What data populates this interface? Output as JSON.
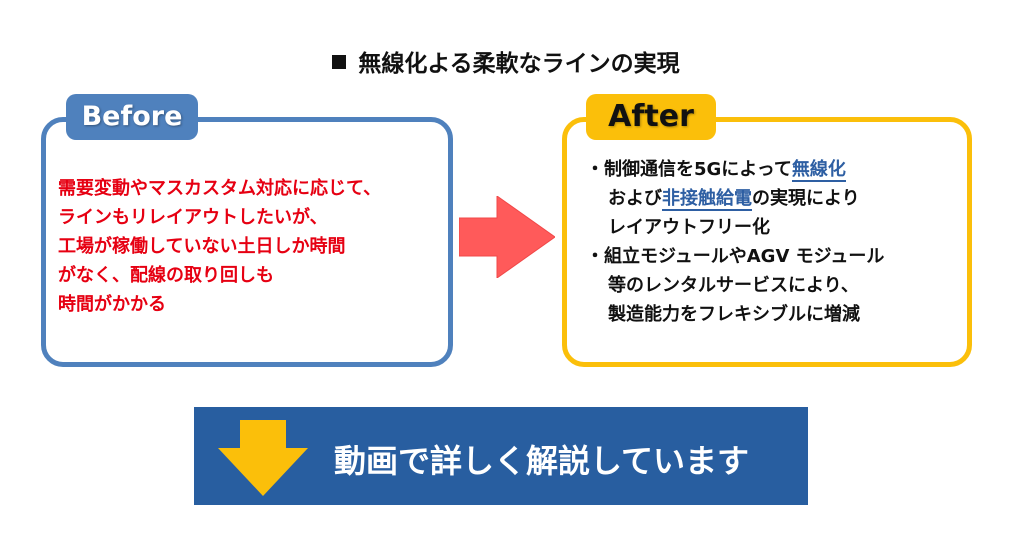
{
  "title": "無線化よる柔軟なラインの実現",
  "before": {
    "label": "Before",
    "lines": [
      "需要変動やマスカスタム対応に応じて、",
      "ラインもリレイアウトしたいが、",
      "工場が稼働していない土日しか時間",
      "がなく、配線の取り回しも",
      "時間がかかる"
    ]
  },
  "after": {
    "label": "After",
    "item1": {
      "bullet": "・",
      "prefix": "制御通信を5Gによって",
      "highlight1": "無線化",
      "line2_prefix": "および",
      "highlight2": "非接触給電",
      "line2_suffix": "の実現により",
      "line3": "レイアウトフリー化"
    },
    "item2": {
      "bullet": "・",
      "lines": [
        "組立モジュールやAGV モジュール",
        "等のレンタルサービスにより、",
        "製造能力をフレキシブルに増減"
      ]
    }
  },
  "banner": {
    "text": "動画で詳しく解説しています"
  },
  "colors": {
    "before_blue": "#4f81bd",
    "after_yellow": "#fbbf0a",
    "red_text": "#e60012",
    "arrow_red": "#ff5a5a",
    "banner_blue": "#285ea0",
    "highlight_blue": "#2e5fa3"
  },
  "icons": {
    "title_marker": "black-square",
    "transition_arrow": "arrow-right-icon",
    "banner_arrow": "arrow-down-icon"
  }
}
